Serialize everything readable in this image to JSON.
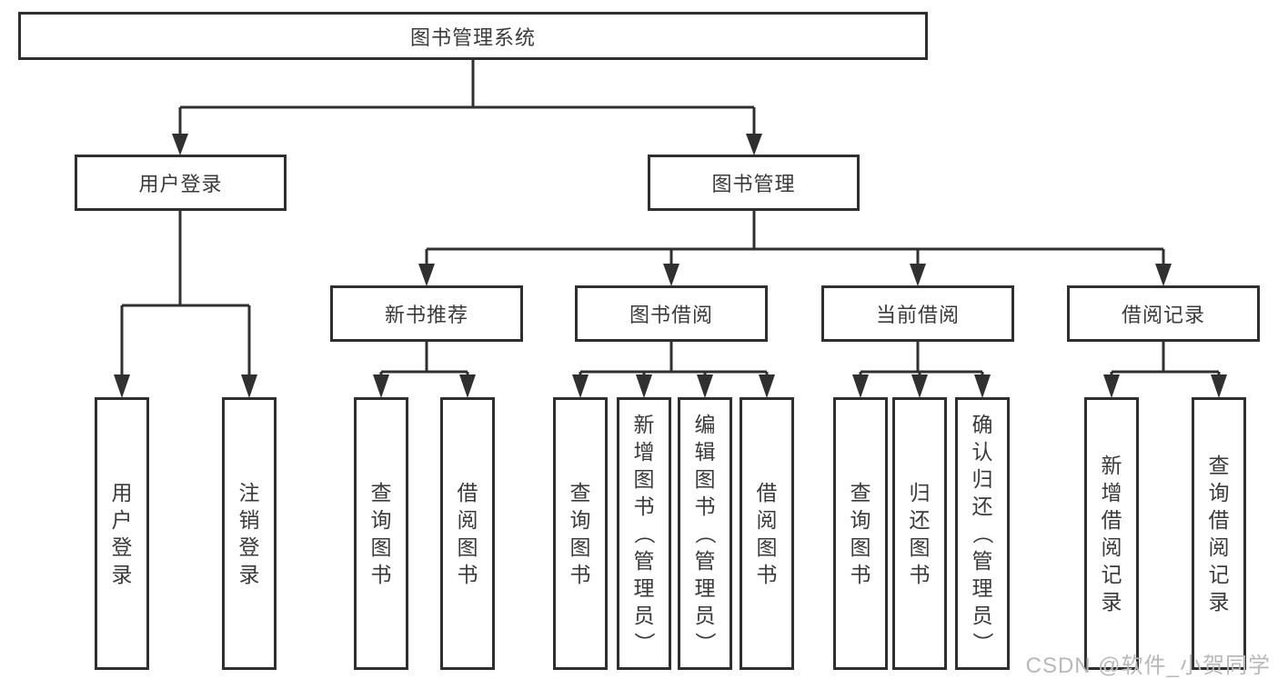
{
  "tree": {
    "root": {
      "label": "图书管理系统"
    },
    "branches": [
      {
        "label": "用户登录",
        "children": [
          {
            "label": "用户登录"
          },
          {
            "label": "注销登录"
          }
        ]
      },
      {
        "label": "图书管理",
        "groups": [
          {
            "label": "新书推荐",
            "children": [
              {
                "label": "查询图书"
              },
              {
                "label": "借阅图书"
              }
            ]
          },
          {
            "label": "图书借阅",
            "children": [
              {
                "label": "查询图书"
              },
              {
                "label": "新增图书（管理员）"
              },
              {
                "label": "编辑图书（管理员）"
              },
              {
                "label": "借阅图书"
              }
            ]
          },
          {
            "label": "当前借阅",
            "children": [
              {
                "label": "查询图书"
              },
              {
                "label": "归还图书"
              },
              {
                "label": "确认归还（管理员）"
              }
            ]
          },
          {
            "label": "借阅记录",
            "children": [
              {
                "label": "新增借阅记录"
              },
              {
                "label": "查询借阅记录"
              }
            ]
          }
        ]
      }
    ]
  },
  "watermark": "CSDN @软件_小贺同学",
  "colors": {
    "line": "#303030",
    "box_border": "#2f2f2f",
    "text": "#3a3a3a",
    "watermark": "#b9b9b9",
    "background": "#ffffff"
  }
}
